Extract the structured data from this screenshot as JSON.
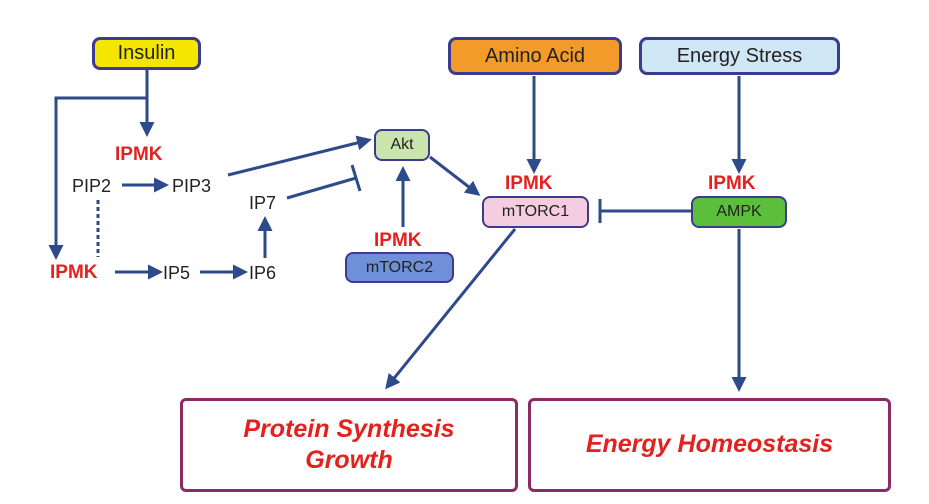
{
  "inputs": {
    "insulin": "Insulin",
    "amino_acid": "Amino Acid",
    "energy_stress": "Energy Stress"
  },
  "molecules": {
    "pip2": "PIP2",
    "pip3": "PIP3",
    "ip5": "IP5",
    "ip6": "IP6",
    "ip7": "IP7"
  },
  "kinases": {
    "akt": "Akt",
    "mtorc1": "mTORC1",
    "mtorc2": "mTORC2",
    "ampk": "AMPK"
  },
  "ipmk_label": "IPMK",
  "outcomes": {
    "protein_line1": "Protein Synthesis",
    "protein_line2": "Growth",
    "energy": "Energy Homeostasis"
  },
  "colors": {
    "arrow": "#2d4a8a",
    "ipmk_text": "#e3211f",
    "insulin_fill": "#f5e600",
    "amino_fill": "#f29b2a",
    "energy_stress_fill": "#cfe7f5",
    "akt_fill": "#c9e4ac",
    "mtorc1_fill": "#f5cde0",
    "mtorc2_fill": "#6f8fd8",
    "ampk_fill": "#5cbf3c",
    "outcome_border": "#8b2a63"
  }
}
